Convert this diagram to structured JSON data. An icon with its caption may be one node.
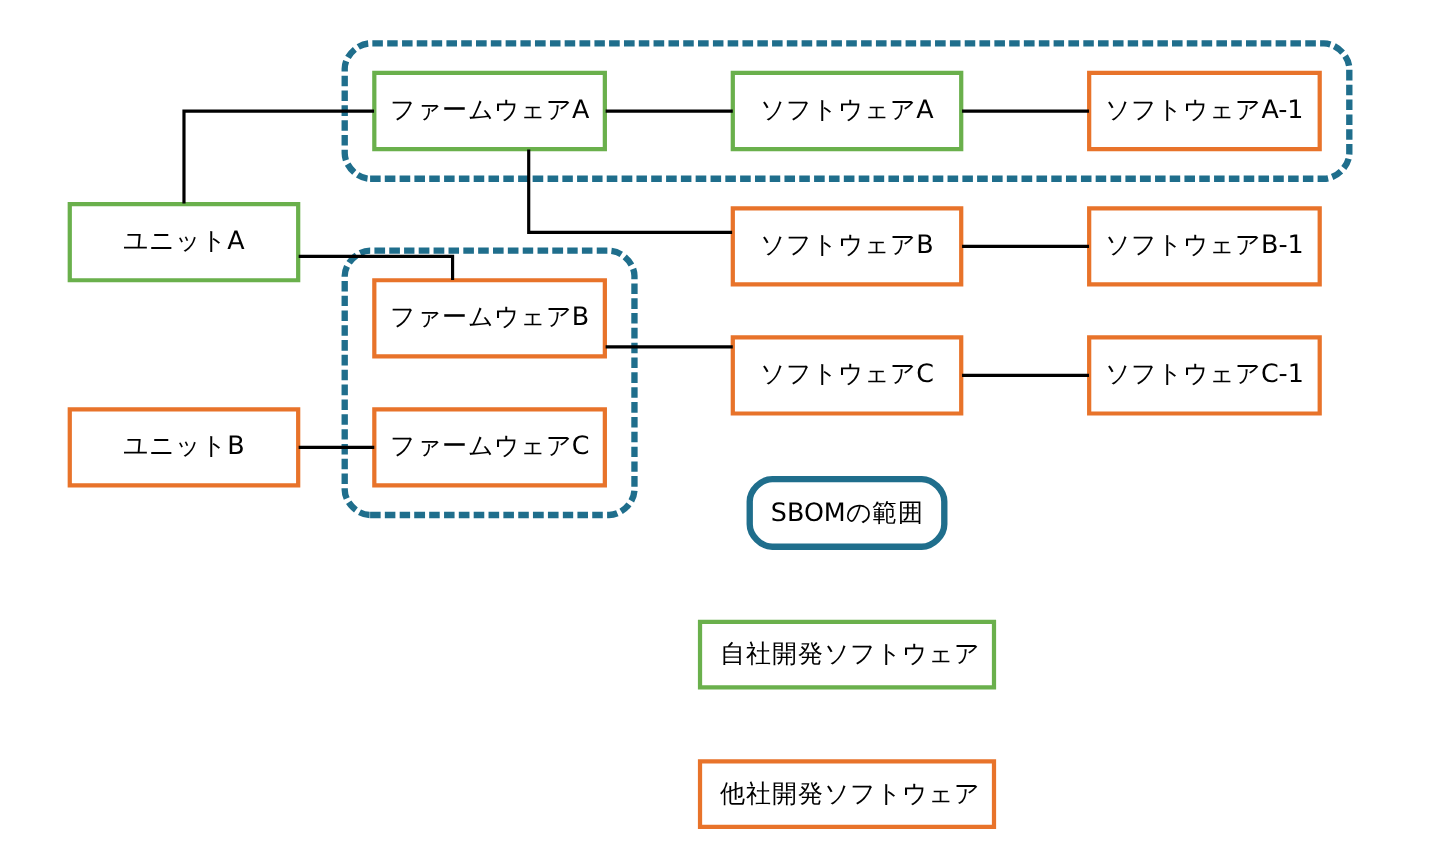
{
  "diagram": {
    "nodes": [
      {
        "text": [
          "ユニットA"
        ]
      },
      {
        "text": [],
        "shape": "box"
      },
      {
        "text": [
          "ファームウェアA"
        ],
        "in": 1
      },
      {
        "text": [
          "ソフトウェアA"
        ],
        "in": 1
      },
      {
        "text": [
          "ソフトウェアA-1"
        ],
        "in": 1
      },
      {
        "text": [],
        "shape": "box"
      },
      {
        "text": [
          "ソフトウェアB"
        ]
      },
      {
        "text": [
          "ソフトウェアB-1"
        ]
      },
      {
        "text": [
          "ファームウェアB"
        ],
        "in": 5
      },
      {
        "text": [
          "ソフトウェアC"
        ]
      },
      {
        "text": [
          "ソフトウェアC-1"
        ]
      },
      {
        "text": [
          "ユニットB"
        ]
      },
      {
        "text": [
          "ファームウェアC"
        ],
        "in": 5
      }
    ],
    "edges": [
      {
        "from": 0,
        "to": 2,
        "arrow": "none"
      },
      {
        "from": 0,
        "to": 8,
        "arrow": "none"
      },
      {
        "from": 2,
        "to": 3,
        "arrow": "none"
      },
      {
        "from": 2,
        "to": 6,
        "arrow": "none"
      },
      {
        "from": 3,
        "to": 4,
        "arrow": "none"
      },
      {
        "from": 6,
        "to": 7,
        "arrow": "none"
      },
      {
        "from": 8,
        "to": 9,
        "arrow": "none"
      },
      {
        "from": 9,
        "to": 10,
        "arrow": "none"
      },
      {
        "from": 11,
        "to": 12,
        "arrow": "none"
      }
    ],
    "legend": [
      {
        "text": "SBOMの範囲"
      },
      {
        "text": "自社開発ソフトウェア",
        "color": "#6ab04c"
      },
      {
        "text": "他社開発ソフトウェア",
        "color": "#e8732a"
      }
    ]
  }
}
